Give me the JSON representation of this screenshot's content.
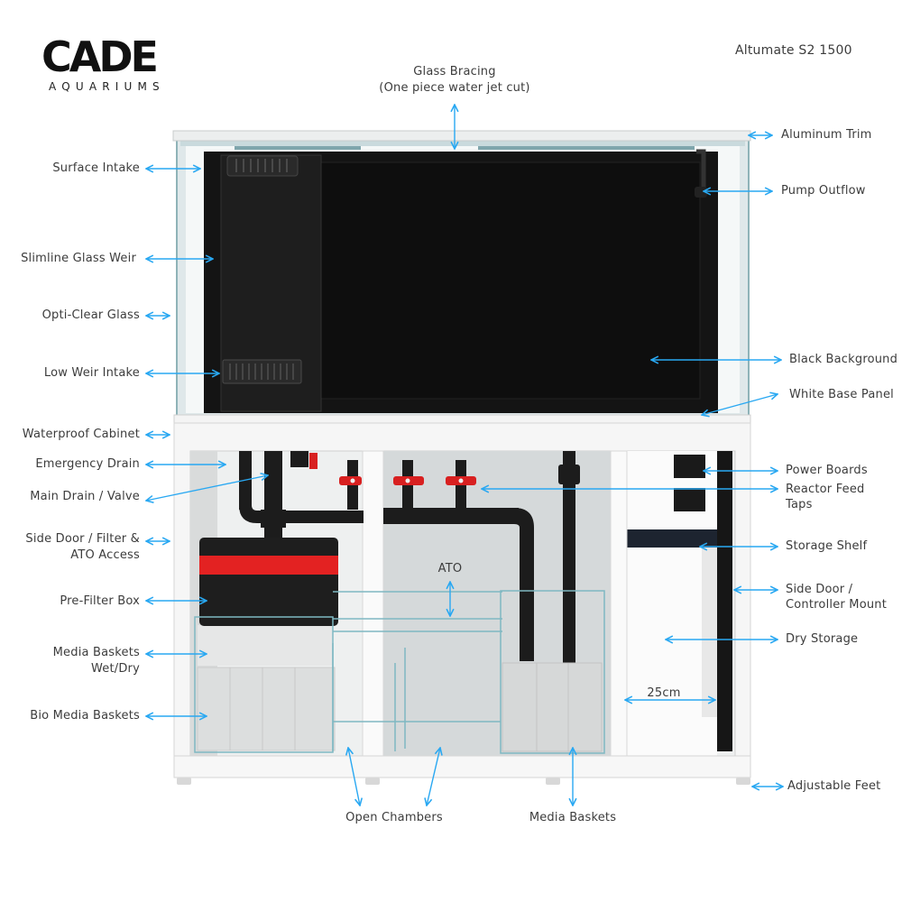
{
  "brand": {
    "logo": "CADE",
    "sub": "AQUARIUMS"
  },
  "model": "Altumate S2 1500",
  "accent_color": "#29a8f2",
  "labels": {
    "glass_bracing": "Glass Bracing",
    "glass_bracing_sub": "(One piece water jet cut)",
    "surface_intake": "Surface Intake",
    "slimline_glass_weir": "Slimline Glass Weir",
    "opti_clear_glass": "Opti-Clear Glass",
    "low_weir_intake": "Low Weir Intake",
    "waterproof_cabinet": "Waterproof Cabinet",
    "emergency_drain": "Emergency Drain",
    "main_drain_valve": "Main Drain / Valve",
    "side_door_filter_1": "Side Door / Filter &",
    "side_door_filter_2": "ATO Access",
    "pre_filter_box": "Pre-Filter Box",
    "media_baskets_wet_dry_1": "Media Baskets",
    "media_baskets_wet_dry_2": "Wet/Dry",
    "bio_media_baskets": "Bio Media Baskets",
    "open_chambers": "Open Chambers",
    "media_baskets": "Media Baskets",
    "aluminum_trim": "Aluminum Trim",
    "pump_outflow": "Pump Outflow",
    "black_background": "Black Background",
    "white_base_panel": "White Base Panel",
    "power_boards": "Power Boards",
    "reactor_feed_1": "Reactor Feed",
    "reactor_feed_2": "Taps",
    "storage_shelf": "Storage Shelf",
    "side_door_controller_1": "Side Door /",
    "side_door_controller_2": "Controller Mount",
    "dry_storage": "Dry Storage",
    "width_25cm": "25cm",
    "ato": "ATO",
    "adjustable_feet": "Adjustable Feet"
  }
}
